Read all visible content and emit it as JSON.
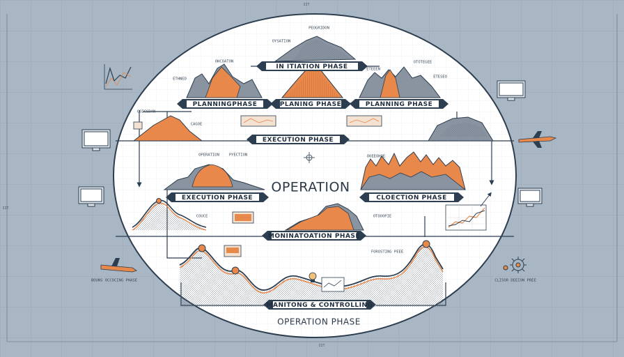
{
  "diagram": {
    "center_title": "OPERATION",
    "footer_title": "OPERATION PHASE",
    "phases": {
      "initiation": "IN ITIATION PHASE",
      "planning_left": "PLANNINGPHASE",
      "planning_mid": "PLANING PHASE",
      "planning_right": "PLANNING PHASE",
      "execution_top": "EXECUTION PHASE",
      "execution_left": "EXECUTION PHASE",
      "closure": "CLOECTION PHASE",
      "monitoring": "MONINATOATION PHASE",
      "monitoring_controlling": "MANITONG & CONTROLLING"
    },
    "small_labels": {
      "initiation_top": "PEOGRIDON",
      "initiation_left": "OYSATION",
      "planning_left_top": "OHCOATON",
      "planning_left_side": "ETHNED",
      "planning_right_side": "ETEEEN",
      "planning_right_top": "ETESEO",
      "planning_right_far": "OTOTEGEE",
      "execution_left_side": "COICSDAN",
      "execution_left_mid": "CAGOE",
      "operation_left": "OPERATION",
      "operation_mid": "PYECTION",
      "closure_top": "OOEEOHOE",
      "monitoring_left": "COUCE",
      "monitoring_right": "OTOOOPIE",
      "lower_right": "FOROSTING PEEE",
      "left_plane": "BOUNS OCCOCING PHASE",
      "right_gear": "CLISOR DEEION PREE"
    },
    "axis_left": "IIT",
    "axis_top": "IIT",
    "axis_bottom": "IIT"
  },
  "colors": {
    "background": "#a9b6c4",
    "circle": "#ffffff",
    "accent": "#e8884a",
    "dark": "#2c3e50",
    "grey": "#8b96a3"
  }
}
